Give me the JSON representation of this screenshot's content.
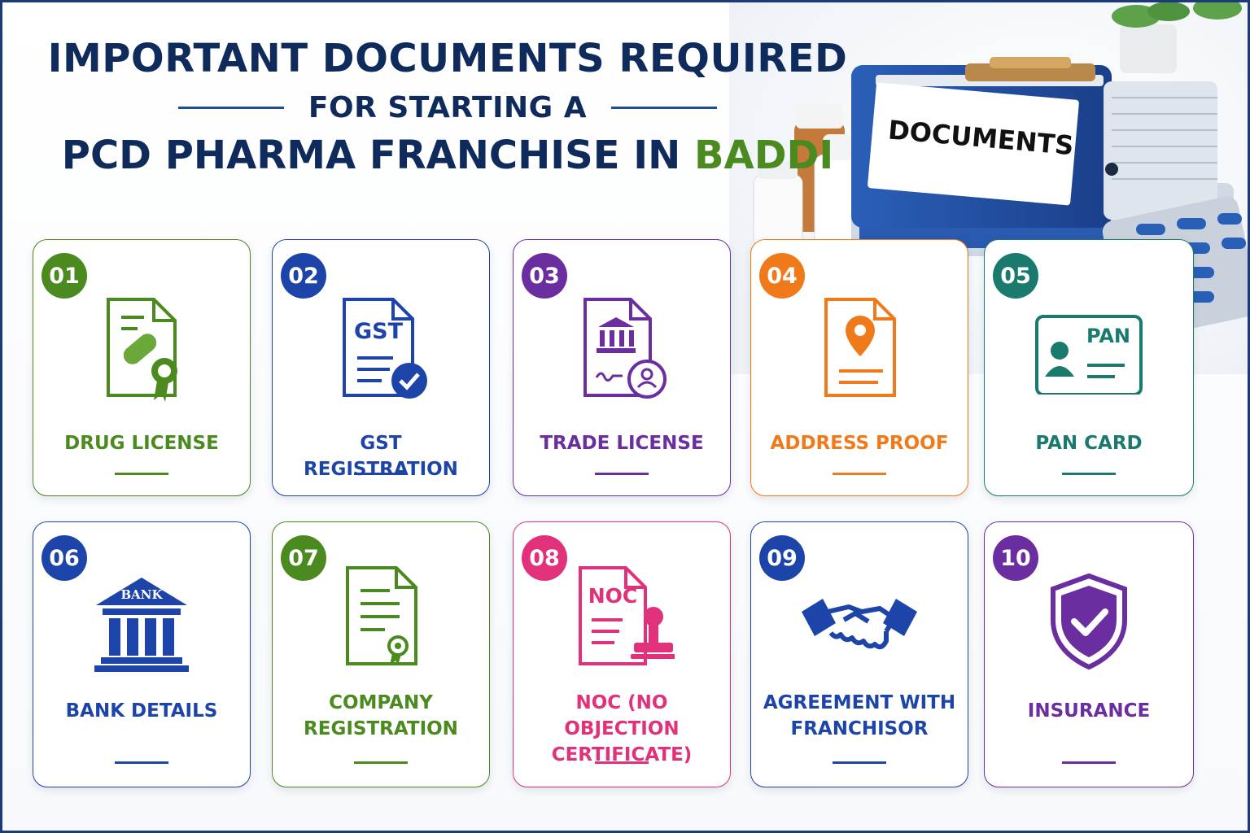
{
  "title": {
    "line1": "IMPORTANT DOCUMENTS REQUIRED",
    "line2": "FOR STARTING A",
    "line3_main": "PCD PHARMA FRANCHISE IN ",
    "line3_accent": "BADDI"
  },
  "hero": {
    "binder_label": "DOCUMENTS"
  },
  "colors": {
    "navy": "#0f2b5c",
    "green": "#4a8a1e",
    "blue": "#1d44a8",
    "purple": "#6a2ea0",
    "orange": "#f07a1a",
    "teal": "#1a7a6e",
    "pink": "#e0317a"
  },
  "cards": [
    {
      "number": "01",
      "label": "DRUG LICENSE",
      "color": "#4a8a1e",
      "icon": "drug-license-certificate-icon"
    },
    {
      "number": "02",
      "label": "GST REGISTRATION",
      "color": "#1d44a8",
      "icon": "gst-document-check-icon",
      "icon_text": "GST"
    },
    {
      "number": "03",
      "label": "TRADE LICENSE",
      "color": "#6a2ea0",
      "icon": "trade-license-document-icon"
    },
    {
      "number": "04",
      "label": "ADDRESS PROOF",
      "color": "#f07a1a",
      "icon": "address-pin-document-icon"
    },
    {
      "number": "05",
      "label": "PAN CARD",
      "color": "#1a7a6e",
      "icon": "pan-card-icon",
      "icon_text": "PAN"
    },
    {
      "number": "06",
      "label": "BANK DETAILS",
      "color": "#1d44a8",
      "icon": "bank-building-icon",
      "icon_text": "BANK"
    },
    {
      "number": "07",
      "label_line1": "COMPANY",
      "label_line2": "REGISTRATION",
      "color": "#4a8a1e",
      "icon": "company-registration-document-icon"
    },
    {
      "number": "08",
      "label_line1": "NOC (NO OBJECTION",
      "label_line2": "CERTIFICATE)",
      "color": "#e0317a",
      "icon": "noc-stamp-document-icon",
      "icon_text": "NOC"
    },
    {
      "number": "09",
      "label_line1": "AGREEMENT WITH",
      "label_line2": "FRANCHISOR",
      "color": "#1d44a8",
      "icon": "handshake-icon"
    },
    {
      "number": "10",
      "label": "INSURANCE",
      "color": "#6a2ea0",
      "icon": "shield-check-icon"
    }
  ]
}
